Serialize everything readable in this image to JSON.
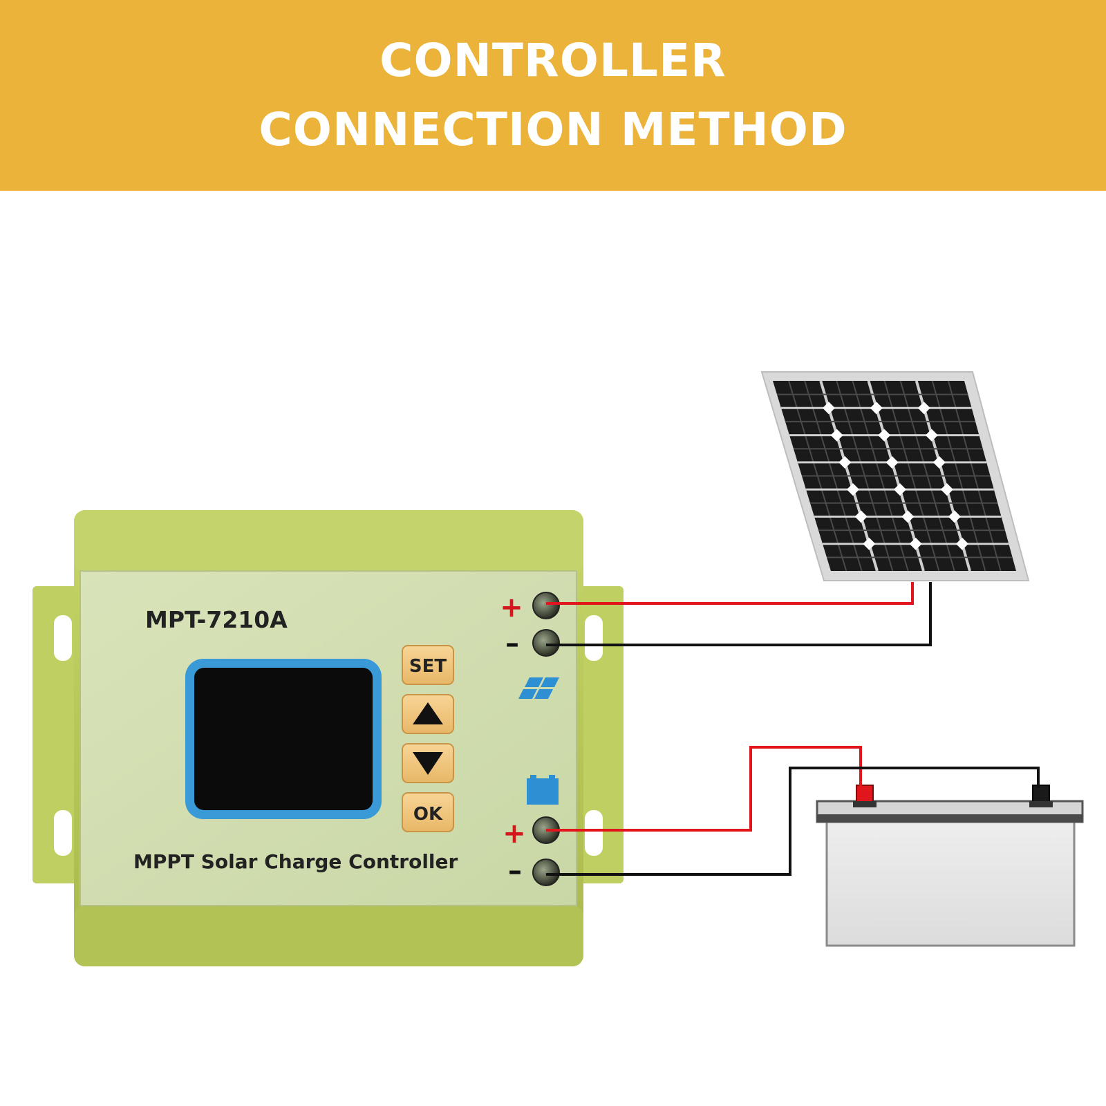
{
  "header": {
    "title_line1": "CONTROLLER",
    "title_line2": "CONNECTION METHOD"
  },
  "controller": {
    "model": "MPT-7210A",
    "subtitle": "MPPT Solar Charge Controller",
    "buttons": {
      "set": "SET",
      "ok": "OK"
    },
    "polarity": {
      "plus": "+",
      "minus": "–"
    }
  },
  "colors": {
    "banner": "#ebb33a",
    "controller_body": "#b8c95a",
    "faceplate": "#d2deb0",
    "screen_frame": "#3a9ad8",
    "button": "#f2c882",
    "wire_positive": "#e0161c",
    "wire_negative": "#111111",
    "icon_blue": "#2e8fd3"
  },
  "icons": [
    "up-arrow-icon",
    "down-arrow-icon",
    "solar-panel-icon",
    "battery-icon"
  ]
}
